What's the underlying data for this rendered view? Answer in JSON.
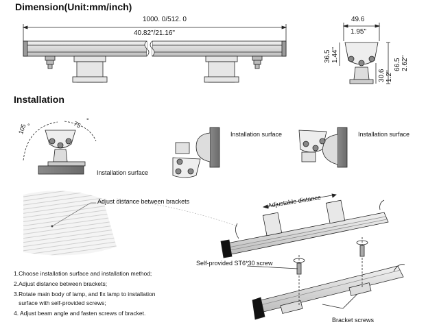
{
  "title_dimension": "Dimension(Unit:mm/inch)",
  "title_installation": "Installation",
  "dims": {
    "length_mm": "1000. 0/512. 0",
    "length_in": "40.82\"/21.16\"",
    "width_mm": "49.6",
    "width_in": "1.95\"",
    "h1_mm": "36.5",
    "h1_in": "1.44\"",
    "h2_mm": "30.6",
    "h2_in": "1.2\"",
    "h3_mm": "66.5",
    "h3_in": "2.62\""
  },
  "angles": {
    "left": "105",
    "right": "75",
    "degree": "°"
  },
  "labels": {
    "install_surface_1": "Installation surface",
    "install_surface_2": "Installation surface",
    "install_surface_3": "Installation surface",
    "adjust_between": "Adjust distance between brackets",
    "adjustable_distance": "Adjustable distance",
    "screw": "Self-provided ST6*30 screw",
    "bracket_screws": "Bracket screws"
  },
  "steps": [
    "1.Choose installation surface and installation method;",
    "2.Adjust distance between brackets;",
    "3.Rotate main body of lamp, and fix lamp to installation",
    "   surface with self-provided screws;",
    "4. Adjust beam angle and fasten screws of bracket."
  ]
}
